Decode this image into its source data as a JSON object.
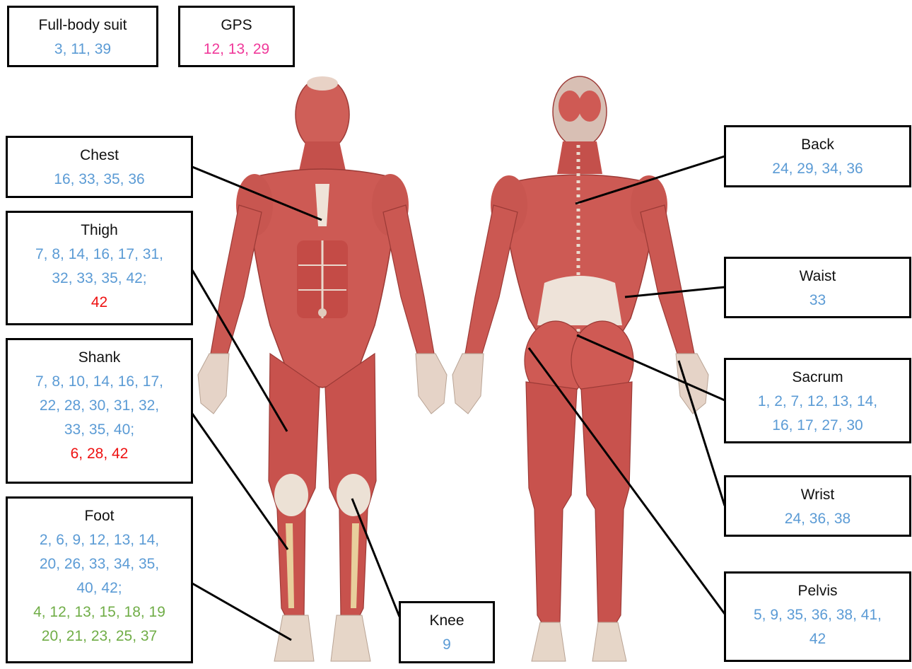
{
  "colors": {
    "blue": "#5b9bd5",
    "pink": "#f0399a",
    "red": "#ee1111",
    "green": "#70ad47",
    "muscle": "#c9524f",
    "tendon": "#ece3d6"
  },
  "figures": {
    "front": "anatomical-figure-front",
    "back": "anatomical-figure-back"
  },
  "boxes": {
    "fullbody": {
      "title": "Full-body suit",
      "lines": [
        {
          "text": "3, 11, 39",
          "color": "blue"
        }
      ]
    },
    "gps": {
      "title": "GPS",
      "lines": [
        {
          "text": "12, 13, 29",
          "color": "pink"
        }
      ]
    },
    "chest": {
      "title": "Chest",
      "lines": [
        {
          "text": "16, 33, 35, 36",
          "color": "blue"
        }
      ]
    },
    "thigh": {
      "title": "Thigh",
      "lines": [
        {
          "text": "7, 8, 14, 16, 17, 31,",
          "color": "blue"
        },
        {
          "text": "32, 33, 35, 42;",
          "color": "blue"
        },
        {
          "text": "42",
          "color": "red"
        }
      ]
    },
    "shank": {
      "title": "Shank",
      "lines": [
        {
          "text": "7, 8, 10, 14, 16, 17,",
          "color": "blue"
        },
        {
          "text": "22, 28, 30, 31, 32,",
          "color": "blue"
        },
        {
          "text": "33, 35, 40;",
          "color": "blue"
        },
        {
          "text": "6, 28, 42",
          "color": "red"
        }
      ]
    },
    "foot": {
      "title": "Foot",
      "lines": [
        {
          "text": "2, 6, 9, 12, 13, 14,",
          "color": "blue"
        },
        {
          "text": "20, 26, 33, 34, 35,",
          "color": "blue"
        },
        {
          "text": "40, 42;",
          "color": "blue"
        },
        {
          "text": "4, 12, 13, 15, 18, 19",
          "color": "green"
        },
        {
          "text": "20, 21, 23, 25, 37",
          "color": "green"
        }
      ]
    },
    "knee": {
      "title": "Knee",
      "lines": [
        {
          "text": "9",
          "color": "blue"
        }
      ]
    },
    "back": {
      "title": "Back",
      "lines": [
        {
          "text": "24, 29, 34, 36",
          "color": "blue"
        }
      ]
    },
    "waist": {
      "title": "Waist",
      "lines": [
        {
          "text": "33",
          "color": "blue"
        }
      ]
    },
    "sacrum": {
      "title": "Sacrum",
      "lines": [
        {
          "text": "1, 2, 7, 12, 13, 14,",
          "color": "blue"
        },
        {
          "text": "16, 17, 27, 30",
          "color": "blue"
        }
      ]
    },
    "wrist": {
      "title": "Wrist",
      "lines": [
        {
          "text": "24, 36, 38",
          "color": "blue"
        }
      ]
    },
    "pelvis": {
      "title": "Pelvis",
      "lines": [
        {
          "text": "5, 9, 35, 36, 38, 41,",
          "color": "blue"
        },
        {
          "text": "42",
          "color": "blue"
        }
      ]
    }
  }
}
